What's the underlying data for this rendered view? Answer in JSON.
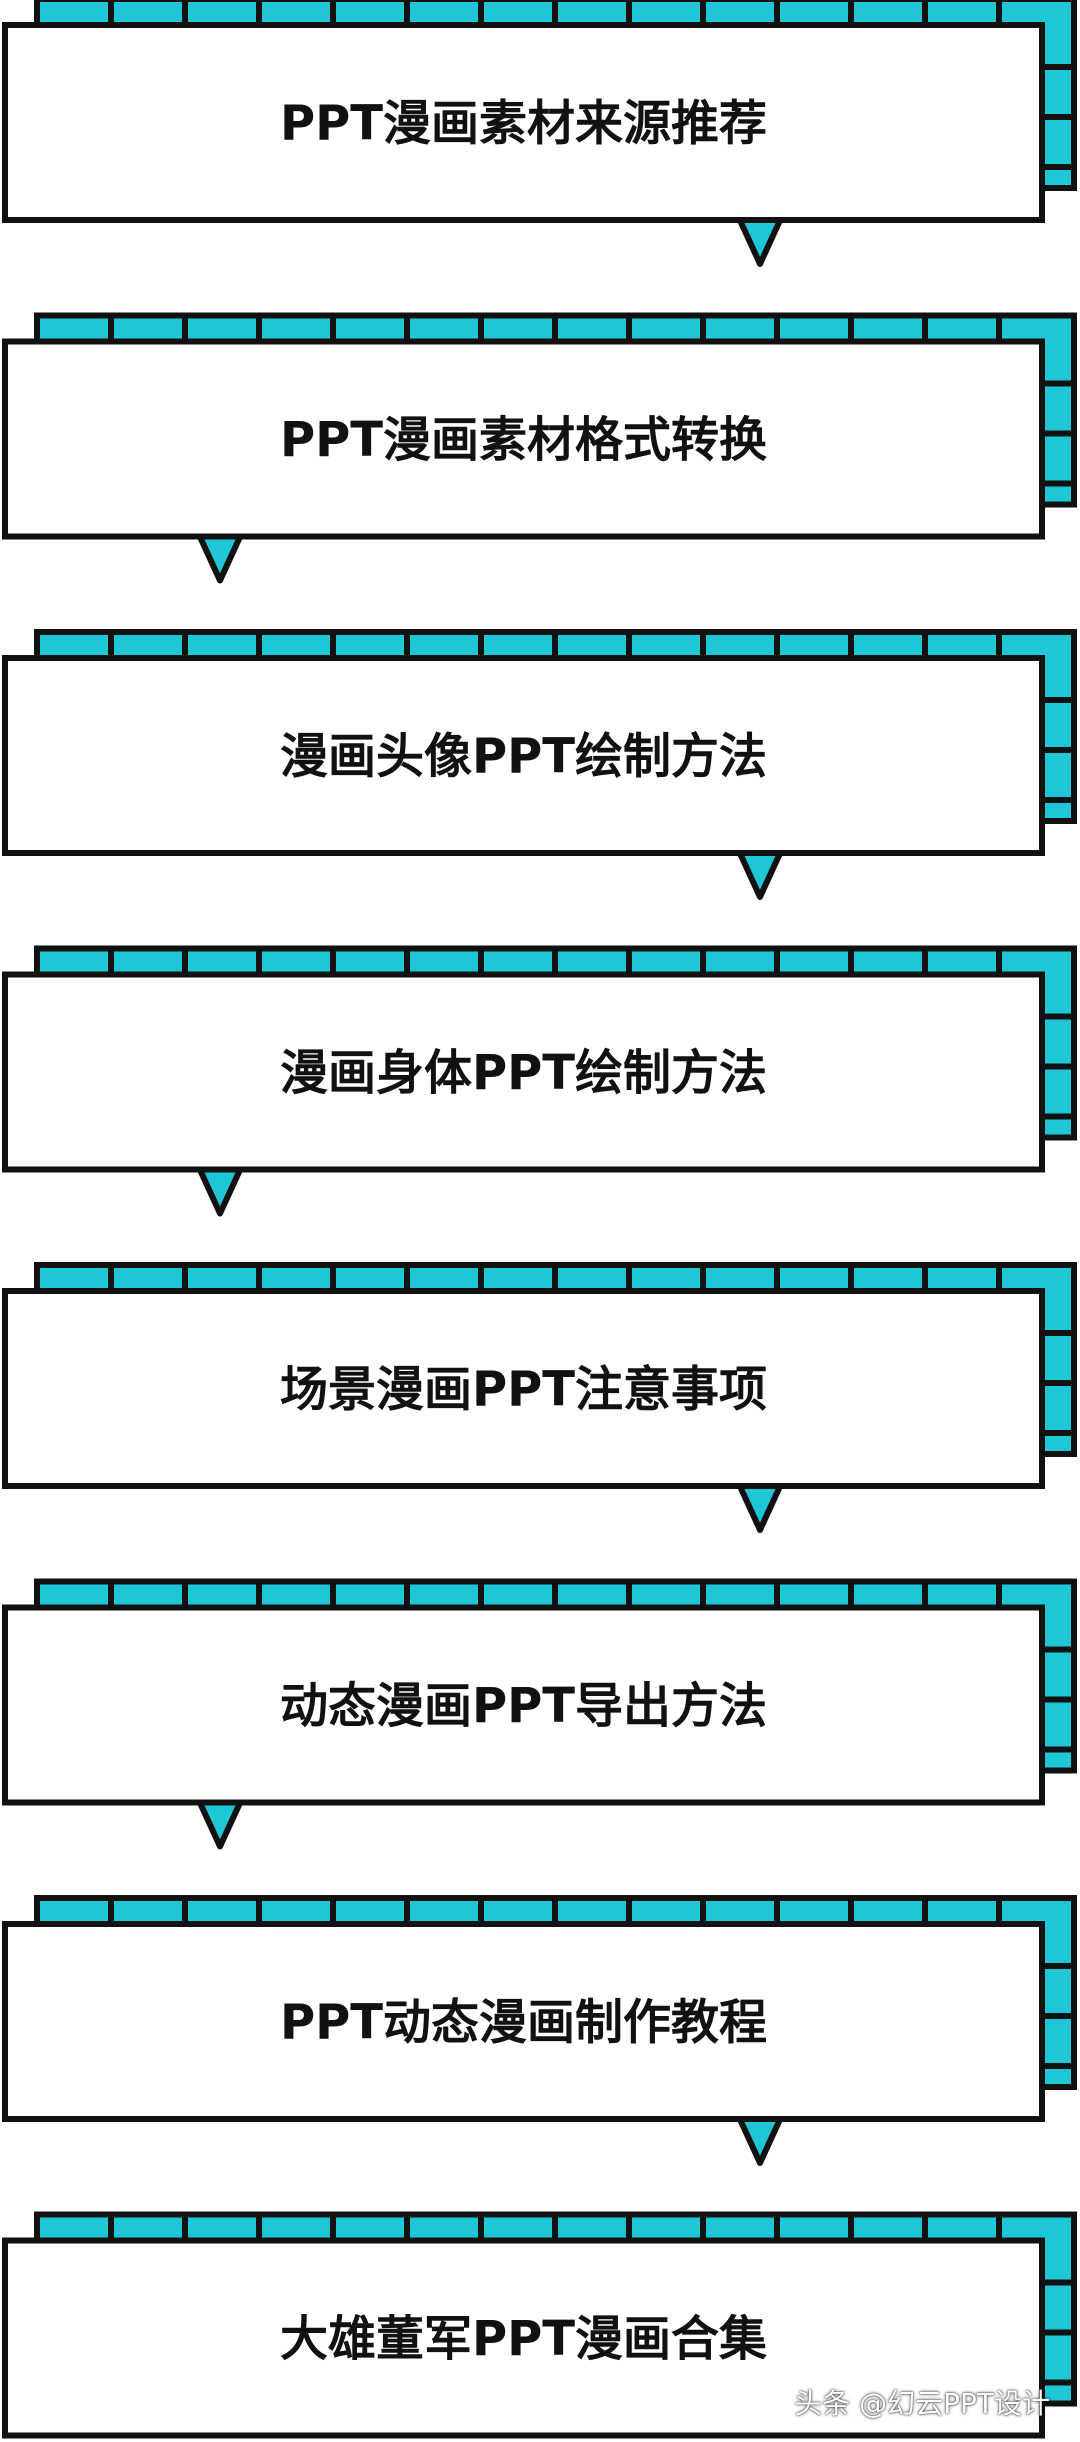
{
  "colors": {
    "accent": "#1ec6d6",
    "outline": "#111111",
    "card_fill": "#ffffff"
  },
  "items": [
    {
      "label": "PPT漫画素材来源推荐",
      "pointer_side": "right"
    },
    {
      "label": "PPT漫画素材格式转换",
      "pointer_side": "left"
    },
    {
      "label": "漫画头像PPT绘制方法",
      "pointer_side": "right"
    },
    {
      "label": "漫画身体PPT绘制方法",
      "pointer_side": "left"
    },
    {
      "label": "场景漫画PPT注意事项",
      "pointer_side": "right"
    },
    {
      "label": "动态漫画PPT导出方法",
      "pointer_side": "left"
    },
    {
      "label": "PPT动态漫画制作教程",
      "pointer_side": "right"
    },
    {
      "label": "大雄董军PPT漫画合集",
      "pointer_side": "none"
    }
  ],
  "watermark": "头条 @幻云PPT设计"
}
